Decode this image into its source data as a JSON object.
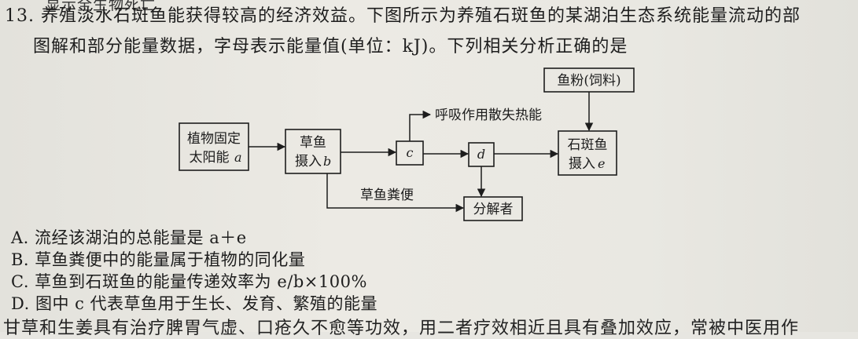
{
  "header": {
    "cut_text_top": "显示全生物死亡",
    "line1": "13. 养殖淡水石斑鱼能获得较高的经济效益。下图所示为养殖石斑鱼的某湖泊生态系统能量流动的部",
    "line2": "图解和部分能量数据，字母表示能量值(单位：kJ)。下列相关分析正确的是"
  },
  "diagram": {
    "plant": {
      "line1": "植物固定",
      "line2": "太阳能",
      "var": "a"
    },
    "grasscarp": {
      "line1": "草鱼",
      "line2": "摄入",
      "var": "b"
    },
    "c": {
      "var": "c"
    },
    "d": {
      "var": "d"
    },
    "grouper": {
      "line1": "石斑鱼",
      "line2": "摄入",
      "var": "e"
    },
    "feed": {
      "label": "鱼粉(饲料)"
    },
    "respiration": {
      "label": "呼吸作用散失热能"
    },
    "feces": {
      "label": "草鱼粪便"
    },
    "decomposer": {
      "label": "分解者"
    }
  },
  "options": [
    {
      "text": "A. 流经该湖泊的总能量是 a＋e"
    },
    {
      "text": "B. 草鱼粪便中的能量属于植物的同化量"
    },
    {
      "text": "C. 草鱼到石斑鱼的能量传递效率为 e/b×100%"
    },
    {
      "text": "D. 图中 c 代表草鱼用于生长、发育、繁殖的能量"
    }
  ],
  "footer": {
    "cut_text_bottom": "甘草和生姜具有治疗脾胃气虚、口疮久不愈等功效，用二者疗效相近且具有叠加效应，常被中医用作"
  }
}
